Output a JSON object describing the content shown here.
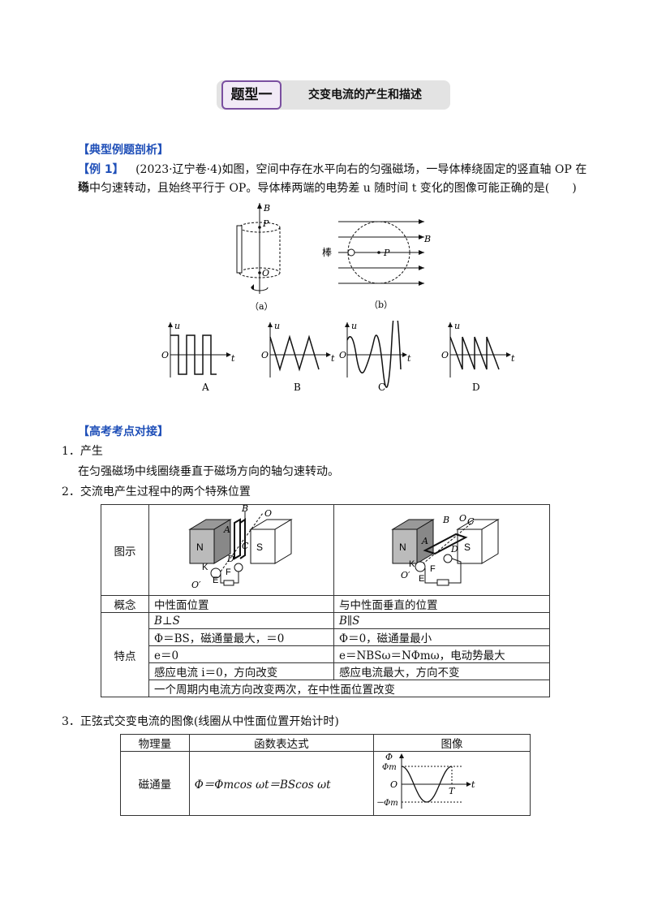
{
  "banner": {
    "label": "题型一",
    "title": "交变电流的产生和描述"
  },
  "section1": "【典型例题剖析】",
  "example": {
    "tag": "【例 1】",
    "line1": "(2023·辽宁卷·4)如图，空间中存在水平向右的匀强磁场，一导体棒绕固定的竖直轴 OP 在磁",
    "line2": "场中匀速转动，且始终平行于 OP。导体棒两端的电势差 u 随时间 t 变化的图像可能正确的是(　　)"
  },
  "figs": {
    "a_caption": "（a）",
    "b_caption": "（b）",
    "rod": "棒",
    "B": "B",
    "P": "P",
    "O": "O",
    "options": [
      "A",
      "B",
      "C",
      "D"
    ],
    "u": "u",
    "t": "t"
  },
  "section2": "【高考考点对接】",
  "point1": {
    "title": "1．产生",
    "text": "在匀强磁场中线圈绕垂直于磁场方向的轴匀速转动。"
  },
  "point2": {
    "title": "2．交流电产生过程中的两个特殊位置"
  },
  "table1": {
    "r_figure": "图示",
    "r_concept": "概念",
    "c1": "中性面位置",
    "c2": "与中性面垂直的位置",
    "r_feature": "特点",
    "f1a": "B⊥S",
    "f1b": "B∥S",
    "f2a": "Φ＝BS，磁通量最大，＝0",
    "f2b": "Φ＝0，磁通量最小",
    "f3a": "e＝0",
    "f3b": "e＝NBSω＝NΦmω，电动势最大",
    "f4a": "感应电流 i＝0，方向改变",
    "f4b": "感应电流最大，方向不变",
    "f5": "一个周期内电流方向改变两次，在中性面位置改变",
    "labels": {
      "N": "N",
      "S": "S",
      "A": "A",
      "B": "B",
      "C": "C",
      "D": "D",
      "K": "K",
      "E": "E",
      "F": "F",
      "O": "O",
      "Op": "O′"
    }
  },
  "point3": {
    "title": "3．正弦式交变电流的图像(线圈从中性面位置开始计时)"
  },
  "table2": {
    "h1": "物理量",
    "h2": "函数表达式",
    "h3": "图像",
    "r1": "磁通量",
    "expr": "Φ＝Φmcos ωt＝BScos ωt",
    "g_phi": "Φ",
    "g_phim": "Φm",
    "g_negphim": "－Φm",
    "g_O": "O",
    "g_T": "T",
    "g_t": "t"
  }
}
